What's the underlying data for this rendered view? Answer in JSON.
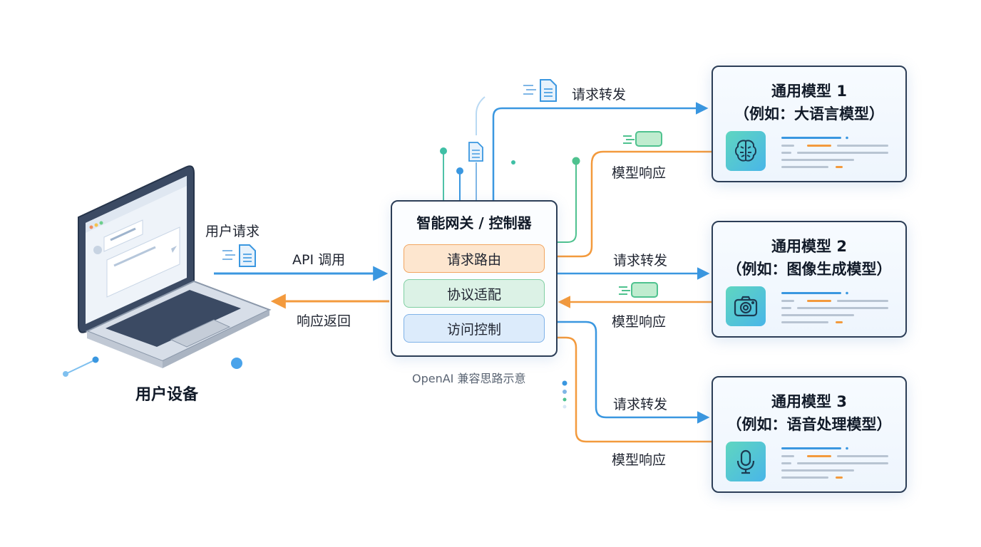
{
  "device": {
    "label": "用户设备"
  },
  "edges": {
    "user_request": "用户请求",
    "api_call": "API 调用",
    "response_return": "响应返回"
  },
  "gateway": {
    "title": "智能网关 / 控制器",
    "modules": [
      "请求路由",
      "协议适配",
      "访问控制"
    ]
  },
  "note": "OpenAI 兼容思路示意",
  "models": [
    {
      "title": "通用模型 1",
      "subtitle": "（例如：大语言模型）",
      "icon": "brain-icon",
      "forward": "请求转发",
      "response": "模型响应"
    },
    {
      "title": "通用模型 2",
      "subtitle": "（例如：图像生成模型）",
      "icon": "camera-icon",
      "forward": "请求转发",
      "response": "模型响应"
    },
    {
      "title": "通用模型 3",
      "subtitle": "（例如：语音处理模型）",
      "icon": "microphone-icon",
      "forward": "请求转发",
      "response": "模型响应"
    }
  ],
  "colors": {
    "request": "#3a97e0",
    "response": "#f39a3d",
    "accent_green": "#4fc28f",
    "border": "#2c3e57"
  }
}
